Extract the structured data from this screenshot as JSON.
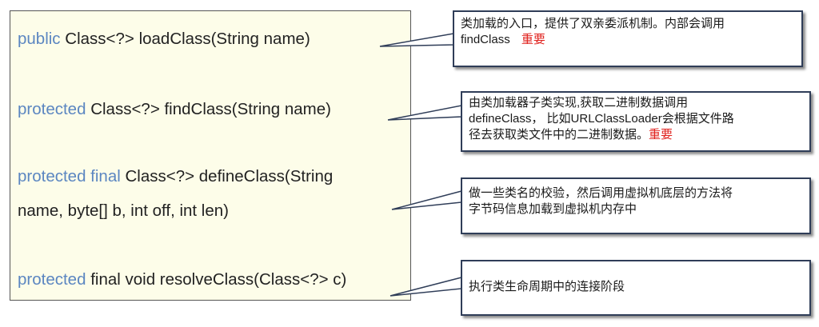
{
  "methods": [
    {
      "kw": "public",
      "sig": "Class<?> loadClass(String name)"
    },
    {
      "kw": "protected",
      "sig": "Class<?> findClass(String name)"
    },
    {
      "kw": "protected final",
      "sig": "Class<?> defineClass(String",
      "sig2": "name, byte[] b, int off, int len)"
    },
    {
      "kw": "protected",
      "sig": "final void resolveClass(Class<?> c)"
    }
  ],
  "notes": [
    {
      "lines": [
        "类加载的入口，提供了双亲委派机制。内部会调用",
        "findClass"
      ],
      "important": "重要"
    },
    {
      "lines": [
        "由类加载器子类实现,获取二进制数据调用",
        "defineClass， 比如URLClassLoader会根据文件路",
        "径去获取类文件中的二进制数据。"
      ],
      "important": "重要"
    },
    {
      "lines": [
        "做一些类名的校验，然后调用虚拟机底层的方法将",
        "字节码信息加载到虚拟机内存中"
      ]
    },
    {
      "lines": [
        "执行类生命周期中的连接阶段"
      ]
    }
  ],
  "colors": {
    "keyword": "#5b86c1",
    "important": "#e0201c",
    "panel": "#fdfde9",
    "border": "#2f3d58"
  }
}
